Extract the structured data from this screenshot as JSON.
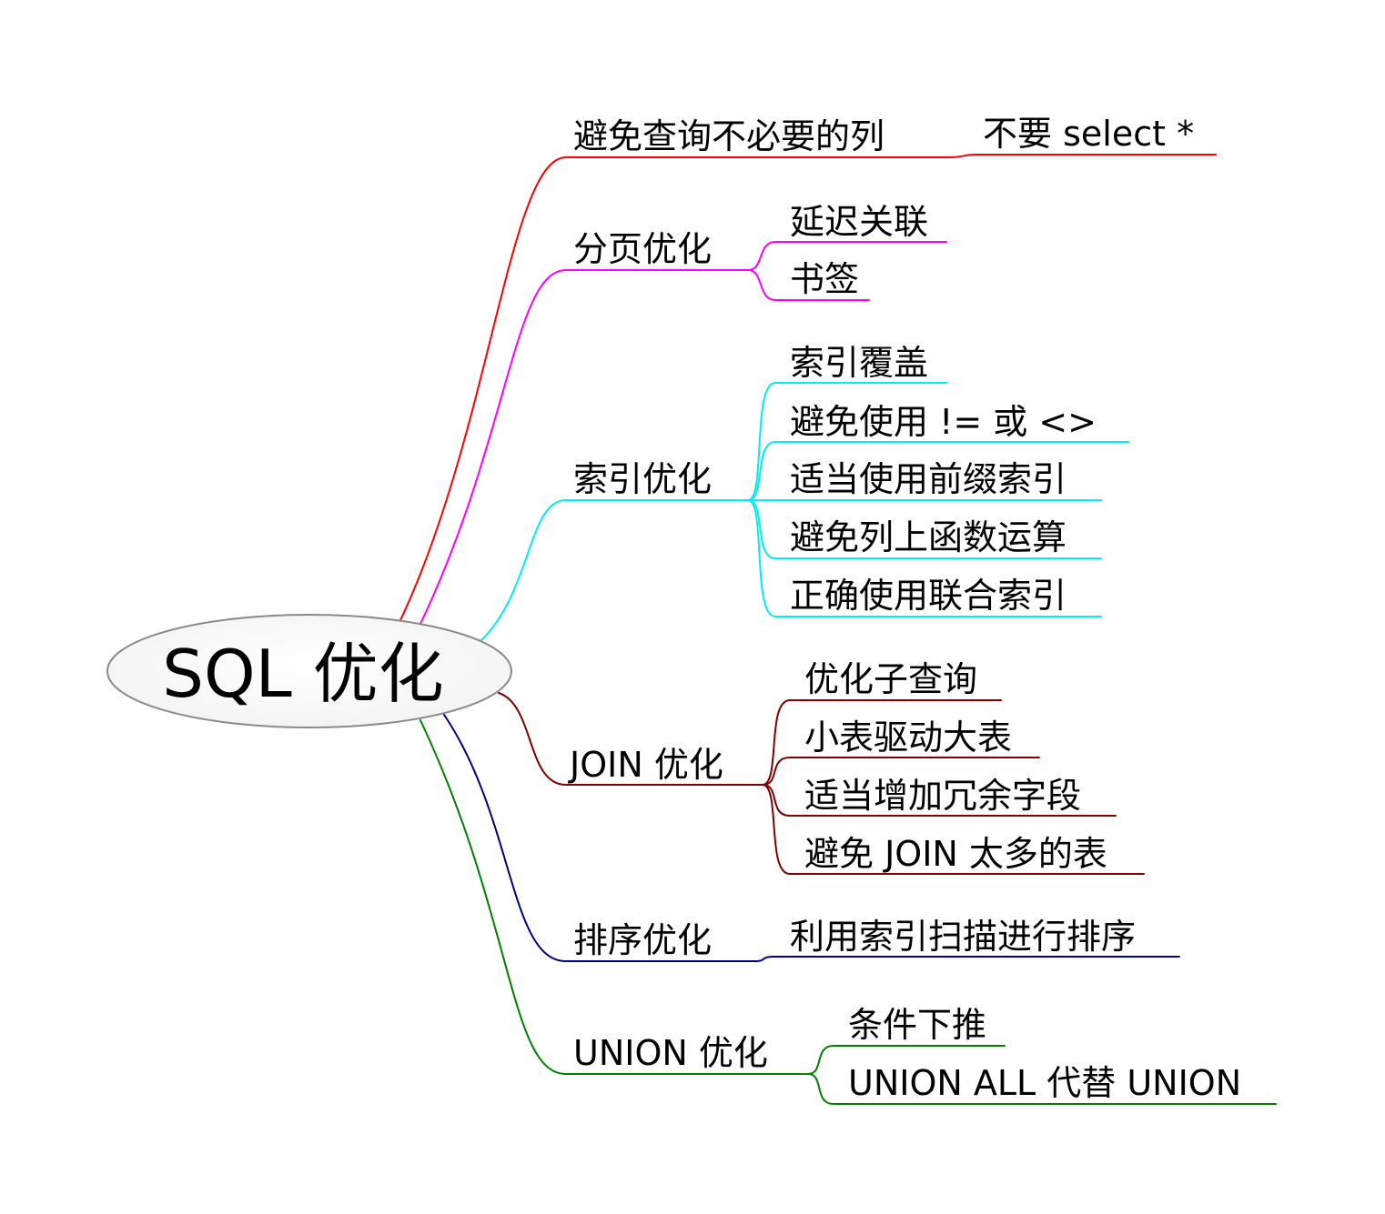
{
  "central": {
    "label": "SQL 优化",
    "stroke": "#8a8a8a"
  },
  "branches": [
    {
      "label": "避免查询不必要的列",
      "color": "#ff0000",
      "children": [
        "不要 select *"
      ]
    },
    {
      "label": "分页优化",
      "color": "#ff00ff",
      "children": [
        "延迟关联",
        "书签"
      ]
    },
    {
      "label": "索引优化",
      "color": "#00eeee",
      "children": [
        "索引覆盖",
        "避免使用 != 或 <>",
        "适当使用前缀索引",
        "避免列上函数运算",
        "正确使用联合索引"
      ]
    },
    {
      "label": "JOIN 优化",
      "color": "#800000",
      "children": [
        "优化子查询",
        "小表驱动大表",
        "适当增加冗余字段",
        "避免 JOIN 太多的表"
      ]
    },
    {
      "label": "排序优化",
      "color": "#000080",
      "children": [
        "利用索引扫描进行排序"
      ]
    },
    {
      "label": "UNION 优化",
      "color": "#008000",
      "children": [
        "条件下推",
        "UNION ALL 代替 UNION"
      ]
    }
  ]
}
